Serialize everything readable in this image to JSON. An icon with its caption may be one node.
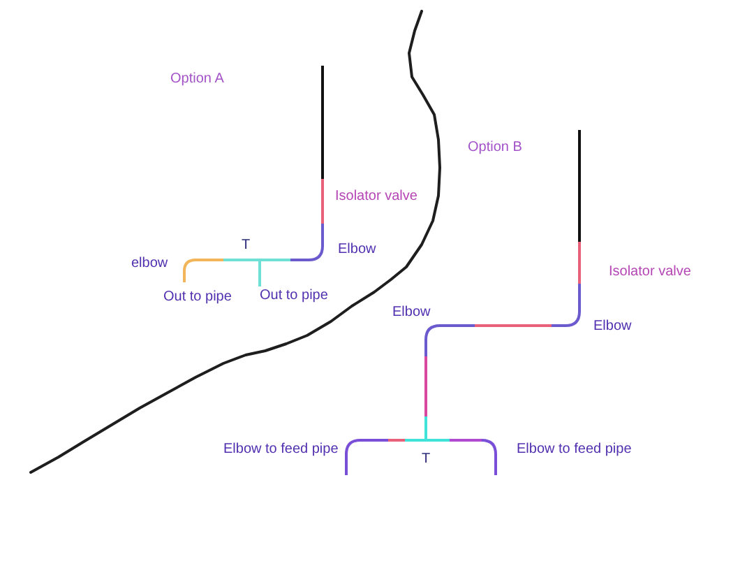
{
  "diagram": {
    "labels": [
      "Option A",
      "Option B",
      "Isolator valve",
      "T",
      "Elbow",
      "elbow",
      "Isolator valve",
      "Out to pipe",
      "Out to pipe",
      "Elbow",
      "Elbow",
      "Elbow to feed pipe",
      "T",
      "Elbow to feed pipe"
    ]
  }
}
